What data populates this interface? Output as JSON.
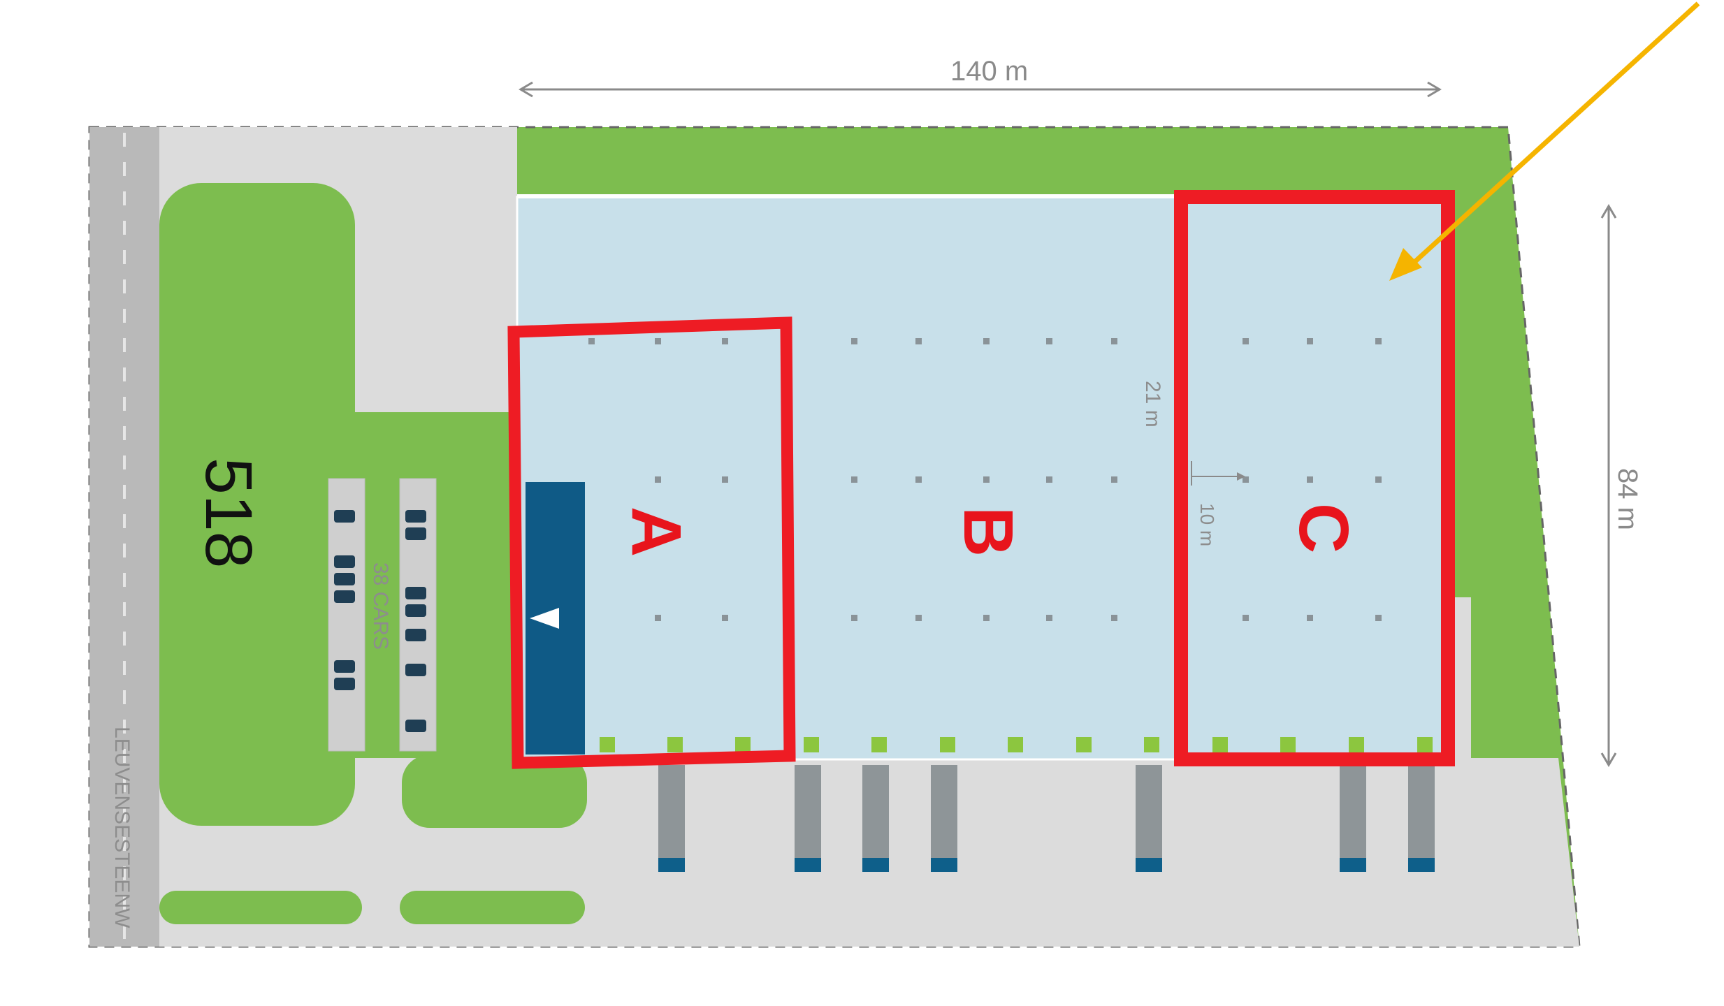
{
  "dimensions": {
    "width_label": "140 m",
    "depth_label": "84 m",
    "bay_width_label": "21 m",
    "grid_spacing_label": "10 m"
  },
  "plot_number": "518",
  "parking": {
    "label": "38 CARS"
  },
  "road": {
    "name": "LEUVENSESTEENW"
  },
  "zones": [
    {
      "id": "A",
      "label": "A"
    },
    {
      "id": "B",
      "label": "B"
    },
    {
      "id": "C",
      "label": "C"
    }
  ],
  "colors": {
    "grass": "#7dbd4f",
    "paving": "#dcdcdc",
    "warehouse": "#c8e0ea",
    "office": "#0f5a86",
    "highlight": "#ee1c24",
    "arrow": "#f5b400",
    "road": "#b9b9b9"
  }
}
